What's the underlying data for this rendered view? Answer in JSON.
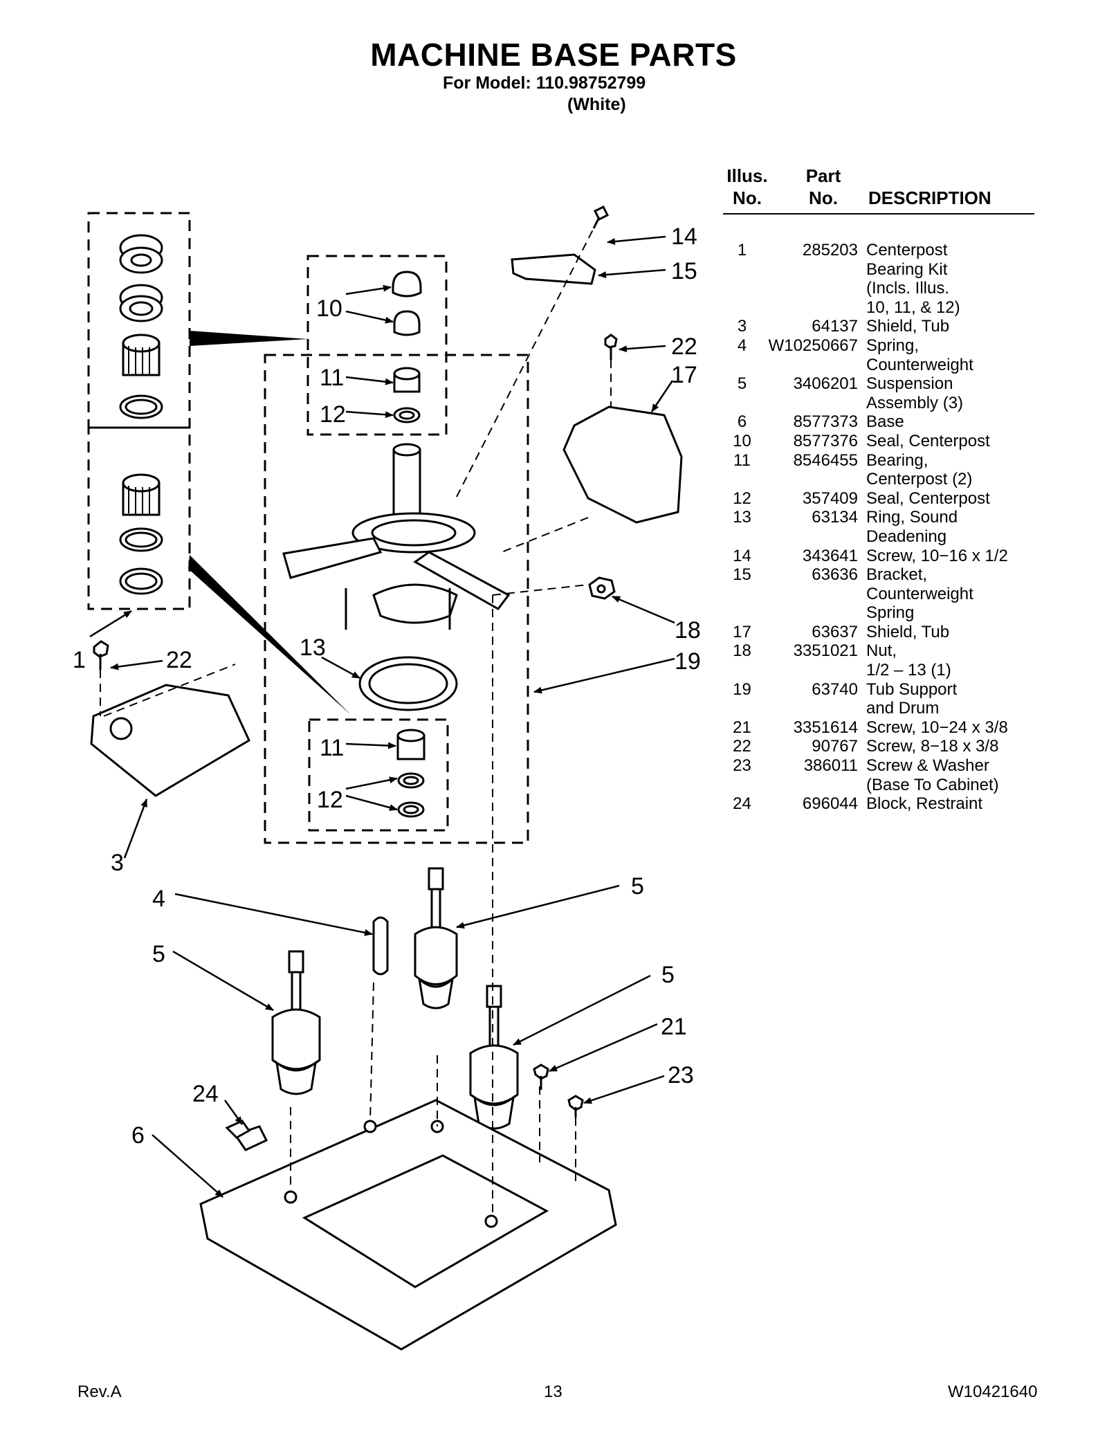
{
  "header": {
    "title": "MACHINE BASE PARTS",
    "model_line": "For Model: 110.98752799",
    "color_line": "(White)"
  },
  "table": {
    "col_illus": [
      "Illus.",
      "No."
    ],
    "col_part": [
      "Part",
      "No."
    ],
    "col_desc": "DESCRIPTION",
    "rows": [
      {
        "illus": "1",
        "part": "285203",
        "desc": "Centerpost\nBearing Kit\n(Incls. Illus.\n10, 11, & 12)"
      },
      {
        "illus": "3",
        "part": "64137",
        "desc": "Shield, Tub"
      },
      {
        "illus": "4",
        "part": "W10250667",
        "desc": "Spring,\nCounterweight"
      },
      {
        "illus": "5",
        "part": "3406201",
        "desc": "Suspension\nAssembly (3)"
      },
      {
        "illus": "6",
        "part": "8577373",
        "desc": "Base"
      },
      {
        "illus": "10",
        "part": "8577376",
        "desc": "Seal, Centerpost"
      },
      {
        "illus": "11",
        "part": "8546455",
        "desc": "Bearing,\nCenterpost (2)"
      },
      {
        "illus": "12",
        "part": "357409",
        "desc": "Seal, Centerpost"
      },
      {
        "illus": "13",
        "part": "63134",
        "desc": "Ring, Sound\nDeadening"
      },
      {
        "illus": "14",
        "part": "343641",
        "desc": "Screw, 10−16 x 1/2"
      },
      {
        "illus": "15",
        "part": "63636",
        "desc": "Bracket,\nCounterweight\nSpring"
      },
      {
        "illus": "17",
        "part": "63637",
        "desc": "Shield, Tub"
      },
      {
        "illus": "18",
        "part": "3351021",
        "desc": "Nut,\n1/2 – 13 (1)"
      },
      {
        "illus": "19",
        "part": "63740",
        "desc": "Tub Support\nand Drum"
      },
      {
        "illus": "21",
        "part": "3351614",
        "desc": "Screw, 10−24 x 3/8"
      },
      {
        "illus": "22",
        "part": "90767",
        "desc": "Screw, 8−18 x 3/8"
      },
      {
        "illus": "23",
        "part": "386011",
        "desc": "Screw & Washer\n(Base To Cabinet)"
      },
      {
        "illus": "24",
        "part": "696044",
        "desc": "Block, Restraint"
      }
    ]
  },
  "callouts": {
    "c1": "1",
    "c3": "3",
    "c4": "4",
    "c5a": "5",
    "c5b": "5",
    "c5c": "5",
    "c6": "6",
    "c10": "10",
    "c11a": "11",
    "c12a": "12",
    "c11b": "11",
    "c12b": "12",
    "c13": "13",
    "c14": "14",
    "c15": "15",
    "c17": "17",
    "c18": "18",
    "c19": "19",
    "c21": "21",
    "c22a": "22",
    "c22b": "22",
    "c23": "23",
    "c24": "24"
  },
  "footer": {
    "left": "Rev.A",
    "center": "13",
    "right": "W10421640"
  }
}
